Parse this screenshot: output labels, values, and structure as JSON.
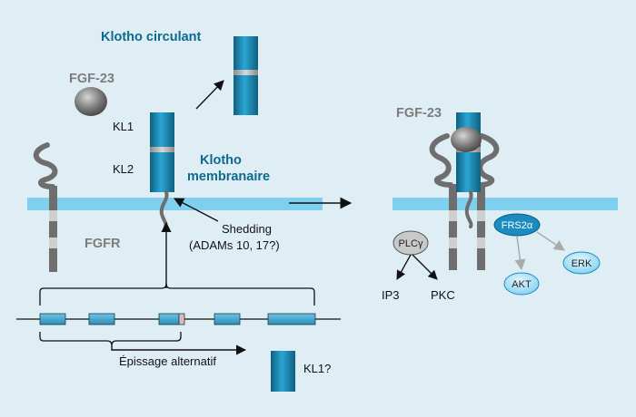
{
  "labels": {
    "klotho_circulant": "Klotho circulant",
    "fgf23_left": "FGF-23",
    "kl1": "KL1",
    "kl2": "KL2",
    "klotho_membranaire_line1": "Klotho",
    "klotho_membranaire_line2": "membranaire",
    "fgfr": "FGFR",
    "shedding_line1": "Shedding",
    "shedding_line2": "(ADAMs 10, 17?)",
    "epissage": "Épissage alternatif",
    "kl1_question": "KL1?",
    "fgf23_right": "FGF-23",
    "plc": "PLCγ",
    "ip3": "IP3",
    "pkc": "PKC",
    "frs2": "FRS2α",
    "akt": "AKT",
    "erk": "ERK"
  },
  "colors": {
    "background": "#dfeef5",
    "membrane": "#7fd0ef",
    "klotho_blue": "#1f8db8",
    "fgfr_gray": "#707070",
    "accent_teal": "#0d6a8e"
  }
}
